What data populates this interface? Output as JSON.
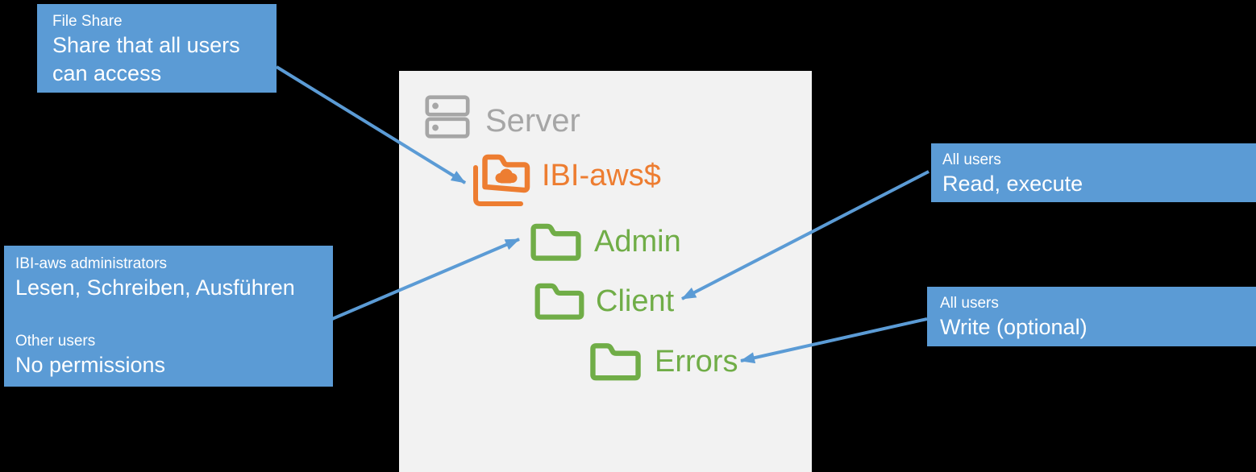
{
  "colors": {
    "background": "#000000",
    "panel_bg": "#F2F2F2",
    "accent_blue": "#5B9BD5",
    "accent_orange": "#ED7D31",
    "accent_green": "#70AD47",
    "accent_gray": "#A6A6A6",
    "callout_text": "#FFFFFF"
  },
  "server": {
    "label": "Server"
  },
  "tree": {
    "root": {
      "label": "IBI-aws$"
    },
    "children": [
      {
        "label": "Admin"
      },
      {
        "label": "Client"
      },
      {
        "label": "Errors"
      }
    ]
  },
  "callouts": {
    "file_share": {
      "title": "File Share",
      "body": "Share that all users can access",
      "points_to": "IBI-aws$"
    },
    "administrators": {
      "groups": [
        {
          "title": "IBI-aws administrators",
          "body": "Lesen, Schreiben, Ausführen"
        },
        {
          "title": "Other users",
          "body": "No permissions"
        }
      ],
      "points_to": "Admin"
    },
    "all_users_read": {
      "title": "All users",
      "body": "Read, execute",
      "points_to": "Client"
    },
    "all_users_write": {
      "title": "All users",
      "body": "Write (optional)",
      "points_to": "Errors"
    }
  }
}
